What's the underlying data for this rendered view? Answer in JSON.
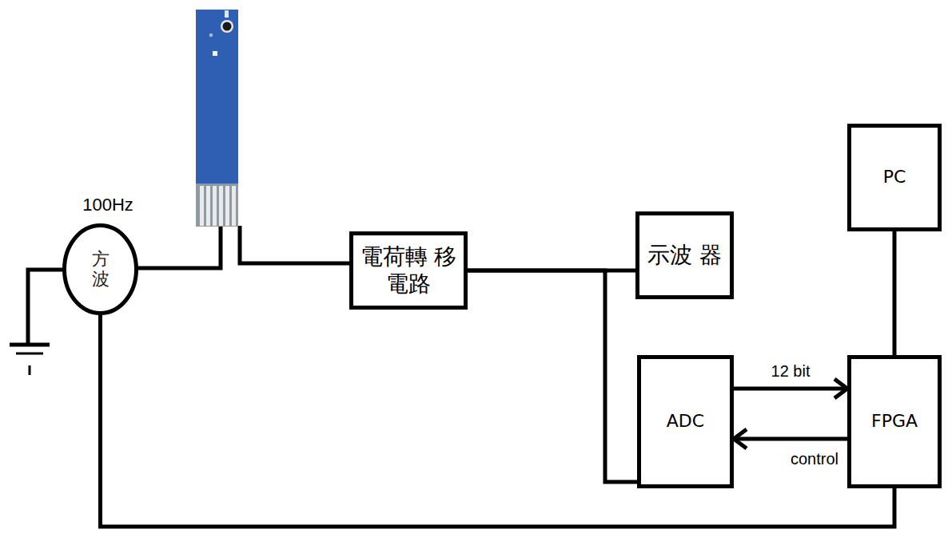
{
  "diagram": {
    "nodes": [
      {
        "text": [
          "100Hz",
          "方波"
        ]
      },
      {
        "text": [
          "電荷轉 移電路"
        ]
      },
      {
        "text": [
          "示波 器"
        ]
      },
      {
        "text": [
          "PC"
        ]
      },
      {
        "text": [
          "ADC"
        ]
      },
      {
        "text": [
          "FPGA"
        ]
      }
    ],
    "edges": [
      {
        "from": 1,
        "to": 2,
        "arrow": "none"
      },
      {
        "from": 1,
        "to": 4,
        "arrow": "none"
      },
      {
        "from": 4,
        "to": 5,
        "label": "12 bit",
        "arrow": "to"
      },
      {
        "from": 5,
        "to": 4,
        "label": "control",
        "arrow": "to"
      },
      {
        "from": 3,
        "to": 5,
        "arrow": "none"
      },
      {
        "from": 5,
        "to": 0,
        "arrow": "none"
      }
    ]
  }
}
